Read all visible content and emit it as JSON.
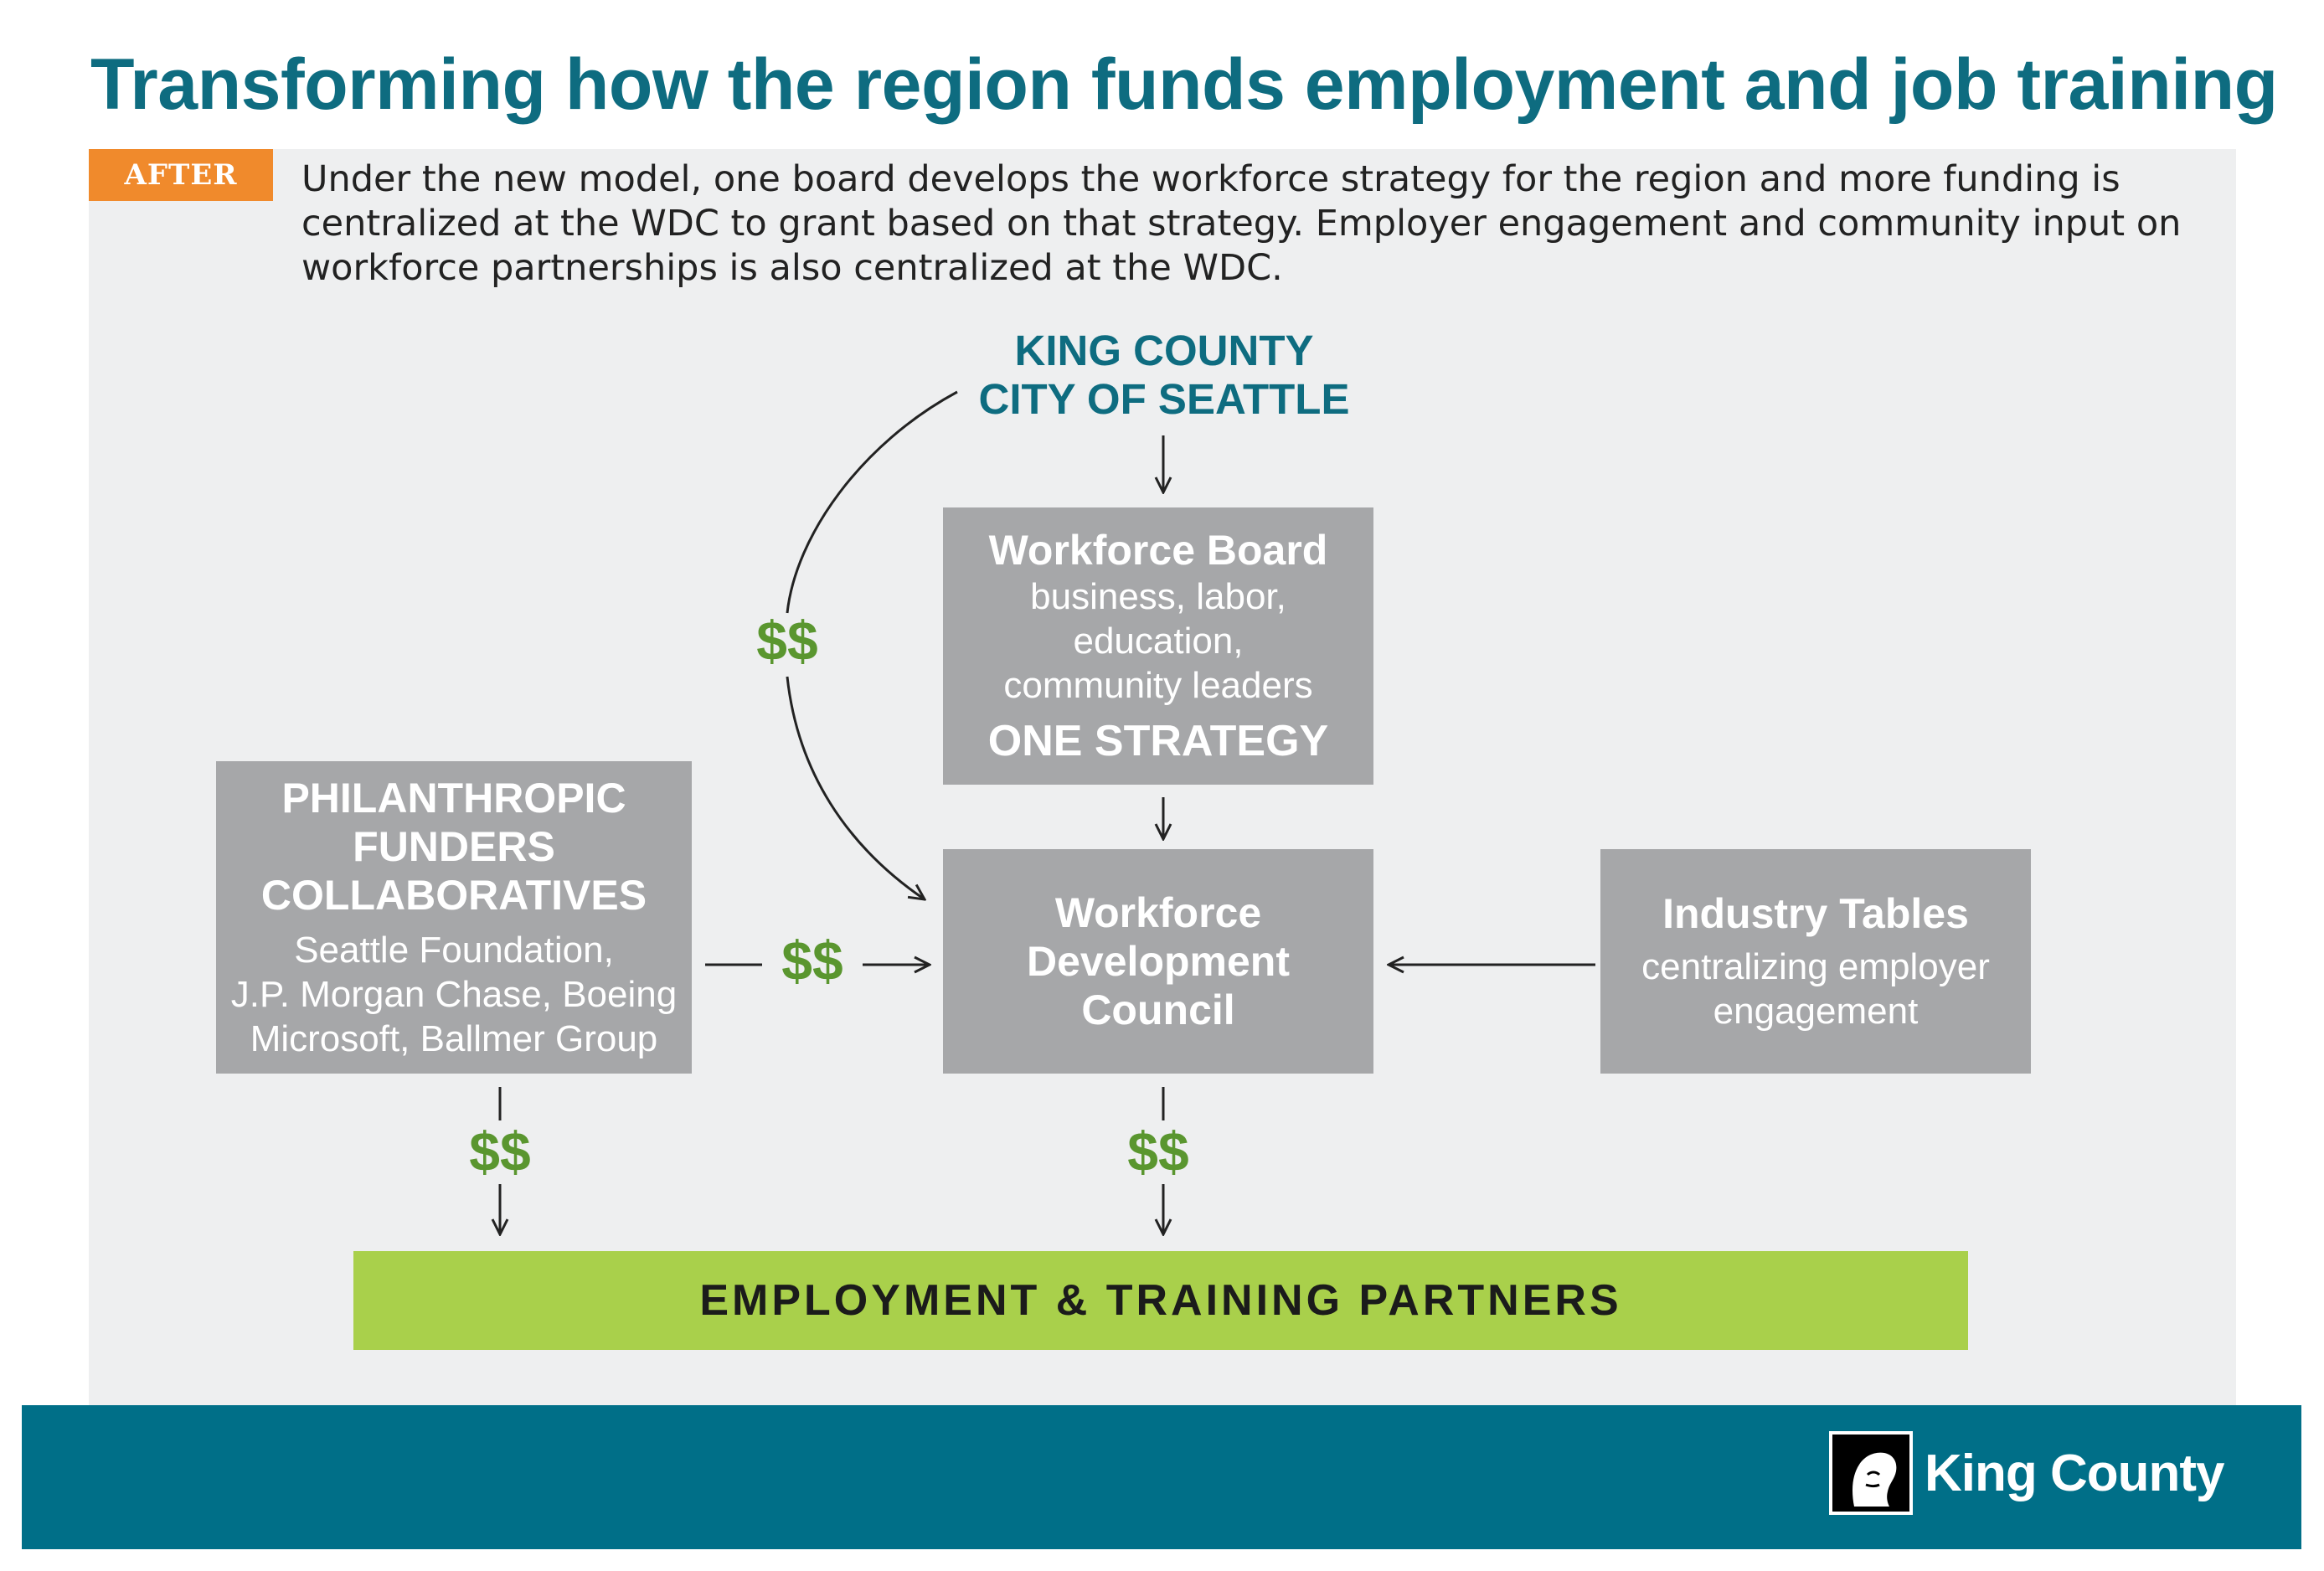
{
  "title": "Transforming how the region funds employment and job training",
  "after_tag": "AFTER",
  "intro": "Under the new model, one board develops the workforce strategy for the region and more funding is centralized at the WDC to grant based on that strategy. Employer engagement and community input on workforce partnerships is also centralized at the WDC.",
  "government": {
    "line1": "KING COUNTY",
    "line2": "CITY OF SEATTLE"
  },
  "workforce_board": {
    "title": "Workforce Board",
    "members_line1": "business, labor,",
    "members_line2": "education,",
    "members_line3": "community leaders",
    "strategy": "ONE STRATEGY"
  },
  "philanthropic": {
    "title_line1": "PHILANTHROPIC",
    "title_line2": "FUNDERS",
    "title_line3": "COLLABORATIVES",
    "funders_line1": "Seattle Foundation,",
    "funders_line2": "J.P. Morgan Chase, Boeing",
    "funders_line3": "Microsoft, Ballmer Group"
  },
  "wdc": {
    "line1": "Workforce",
    "line2": "Development",
    "line3": "Council"
  },
  "industry": {
    "title": "Industry Tables",
    "desc_line1": "centralizing employer",
    "desc_line2": "engagement"
  },
  "partners": "EMPLOYMENT & TRAINING PARTNERS",
  "money_symbol": "$$",
  "logo_text": "King County",
  "colors": {
    "title": "#0e6c80",
    "tag": "#f08a2c",
    "box": "#a6a7a9",
    "money": "#5a962f",
    "partners_bar": "#a9d04b",
    "footer": "#006f88",
    "panel": "#eeeff0"
  }
}
